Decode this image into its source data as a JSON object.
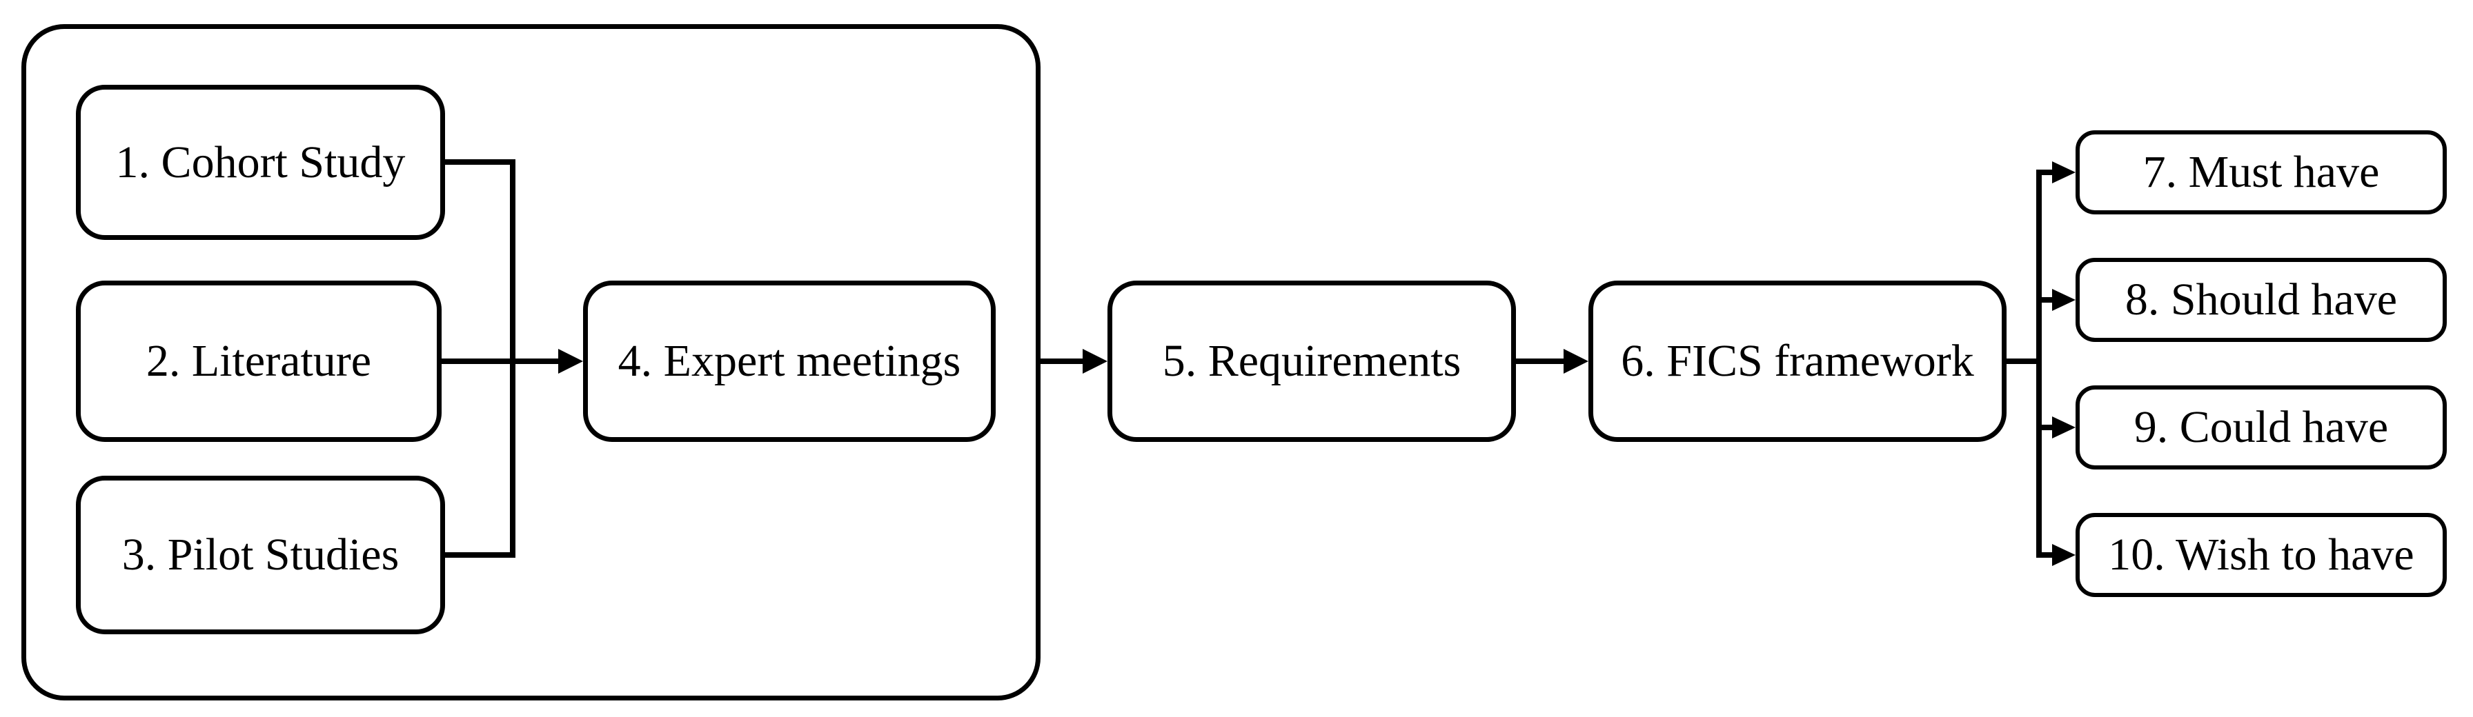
{
  "figure": {
    "type": "flowchart",
    "background": "#ffffff",
    "line_color": "#000000",
    "nodes": [
      {
        "id": "cohort-study",
        "label": "1. Cohort Study",
        "group": "sources-group"
      },
      {
        "id": "literature",
        "label": "2. Literature",
        "group": "sources-group"
      },
      {
        "id": "pilot-studies",
        "label": "3. Pilot Studies",
        "group": "sources-group"
      },
      {
        "id": "expert-meetings",
        "label": "4. Expert meetings",
        "group": "sources-group"
      },
      {
        "id": "requirements",
        "label": "5. Requirements"
      },
      {
        "id": "fics-framework",
        "label": "6. FICS framework"
      },
      {
        "id": "must-have",
        "label": "7. Must have"
      },
      {
        "id": "should-have",
        "label": "8. Should have"
      },
      {
        "id": "could-have",
        "label": "9. Could have"
      },
      {
        "id": "wish-to-have",
        "label": "10. Wish to have"
      }
    ],
    "edges": [
      {
        "from": "cohort-study",
        "to": "expert-meetings"
      },
      {
        "from": "literature",
        "to": "expert-meetings"
      },
      {
        "from": "pilot-studies",
        "to": "expert-meetings"
      },
      {
        "from": "sources-group",
        "to": "requirements"
      },
      {
        "from": "requirements",
        "to": "fics-framework"
      },
      {
        "from": "fics-framework",
        "to": "must-have"
      },
      {
        "from": "fics-framework",
        "to": "should-have"
      },
      {
        "from": "fics-framework",
        "to": "could-have"
      },
      {
        "from": "fics-framework",
        "to": "wish-to-have"
      }
    ]
  }
}
